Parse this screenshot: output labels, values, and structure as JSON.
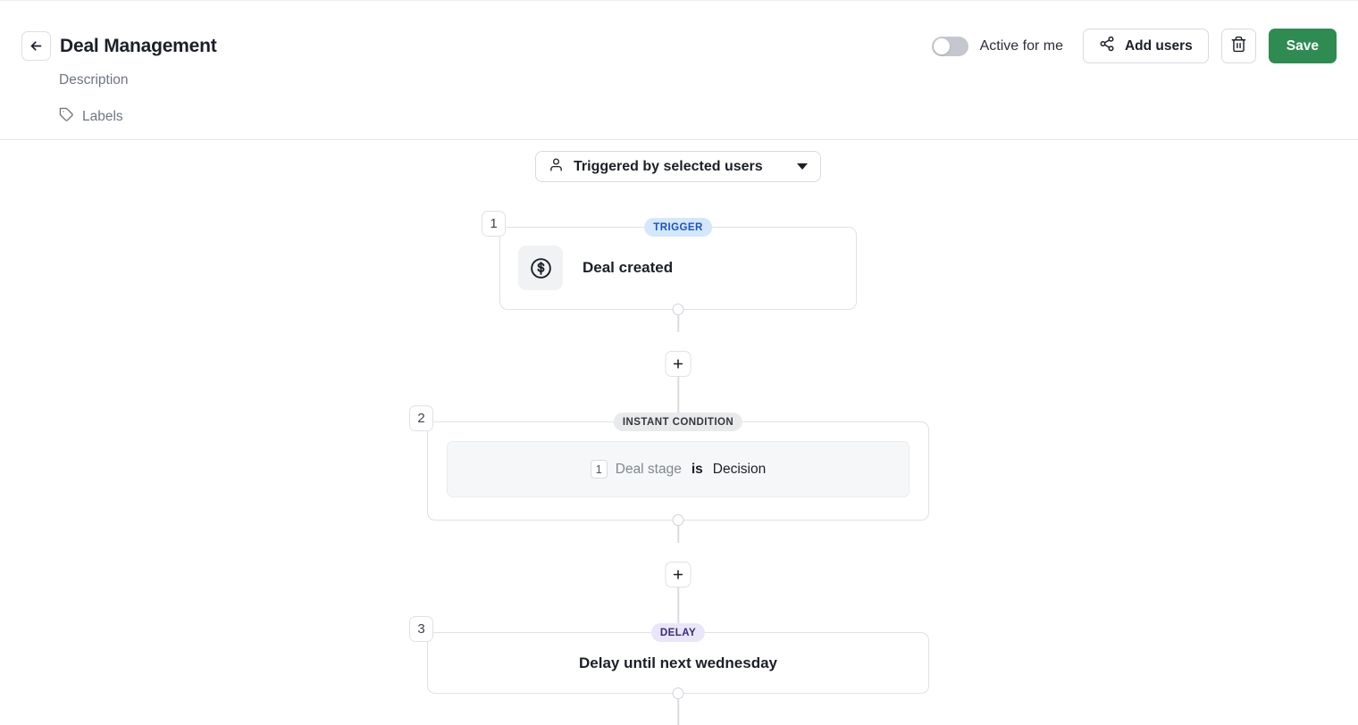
{
  "header": {
    "back_icon": "arrow-left-icon",
    "title": "Deal Management",
    "description_placeholder": "Description",
    "labels_icon": "tag-icon",
    "labels_text": "Labels",
    "toggle_label": "Active for me",
    "toggle_state": "off",
    "add_users_icon": "share-icon",
    "add_users_label": "Add users",
    "delete_icon": "trash-icon",
    "save_label": "Save",
    "save_color": "#2e8b52"
  },
  "canvas": {
    "trigger_select": {
      "icon": "person-icon",
      "label": "Triggered by selected users",
      "caret_icon": "chevron-down-icon"
    },
    "add_step_label": "+",
    "steps": [
      {
        "number": "1",
        "type_badge": "TRIGGER",
        "badge_color_bg": "#d4e7fb",
        "badge_color_fg": "#1b52c0",
        "icon": "dollar-circle-icon",
        "title": "Deal created"
      },
      {
        "number": "2",
        "type_badge": "INSTANT CONDITION",
        "badge_color_bg": "#e9eaec",
        "badge_color_fg": "#33373f",
        "condition": {
          "index": "1",
          "field": "Deal stage",
          "operator": "is",
          "value": "Decision"
        }
      },
      {
        "number": "3",
        "type_badge": "DELAY",
        "badge_color_bg": "#eae6f9",
        "badge_color_fg": "#3b2a78",
        "title": "Delay until next wednesday"
      }
    ]
  }
}
